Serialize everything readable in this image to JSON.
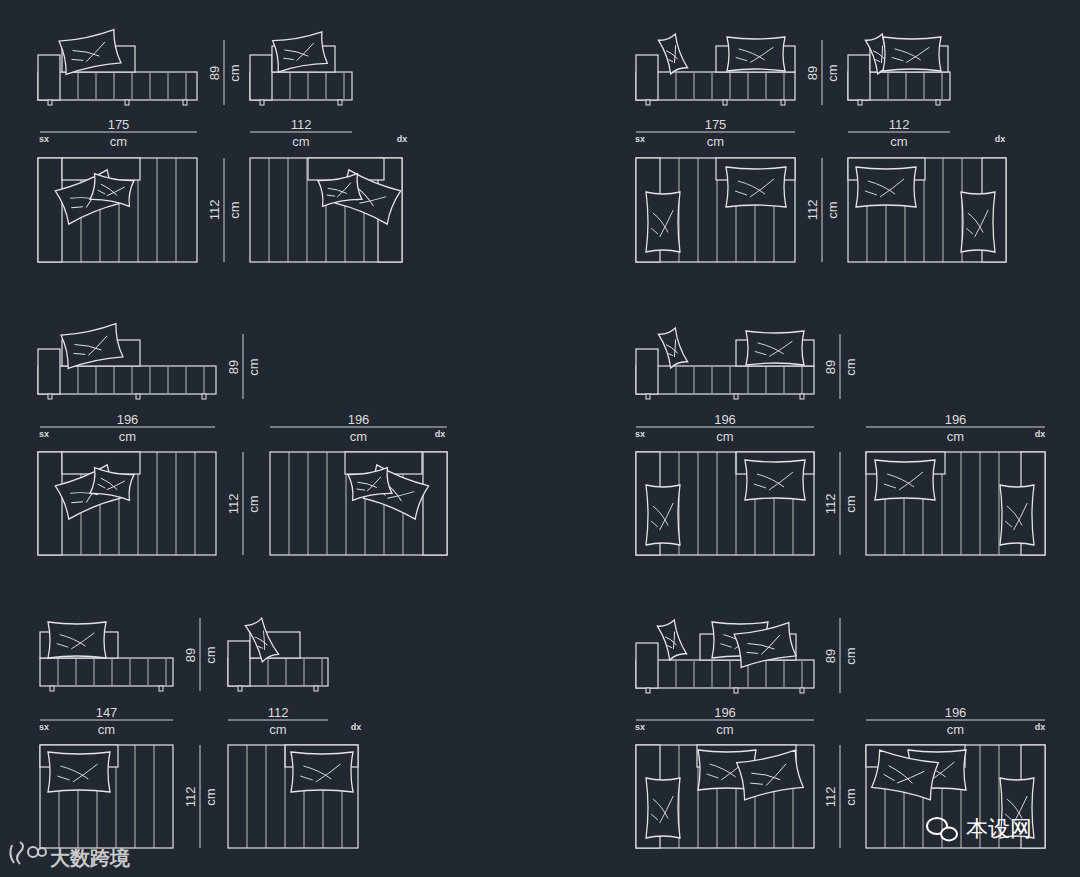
{
  "diagram": {
    "labels": [
      "89",
      "cm",
      "175",
      "cm",
      "sx",
      "112",
      "cm",
      "dx",
      "112",
      "cm",
      "89",
      "cm",
      "175",
      "cm",
      "sx",
      "112",
      "cm",
      "dx",
      "112",
      "cm",
      "89",
      "cm",
      "196",
      "cm",
      "sx",
      "196",
      "cm",
      "dx",
      "112",
      "cm",
      "89",
      "cm",
      "196",
      "cm",
      "sx",
      "196",
      "cm",
      "dx",
      "112",
      "cm",
      "89",
      "cm",
      "147",
      "cm",
      "sx",
      "112",
      "cm",
      "dx",
      "112",
      "cm",
      "89",
      "cm",
      "196",
      "cm",
      "sx",
      "196",
      "cm",
      "dx",
      "112",
      "cm",
      "大数跨境",
      "本设网"
    ]
  }
}
